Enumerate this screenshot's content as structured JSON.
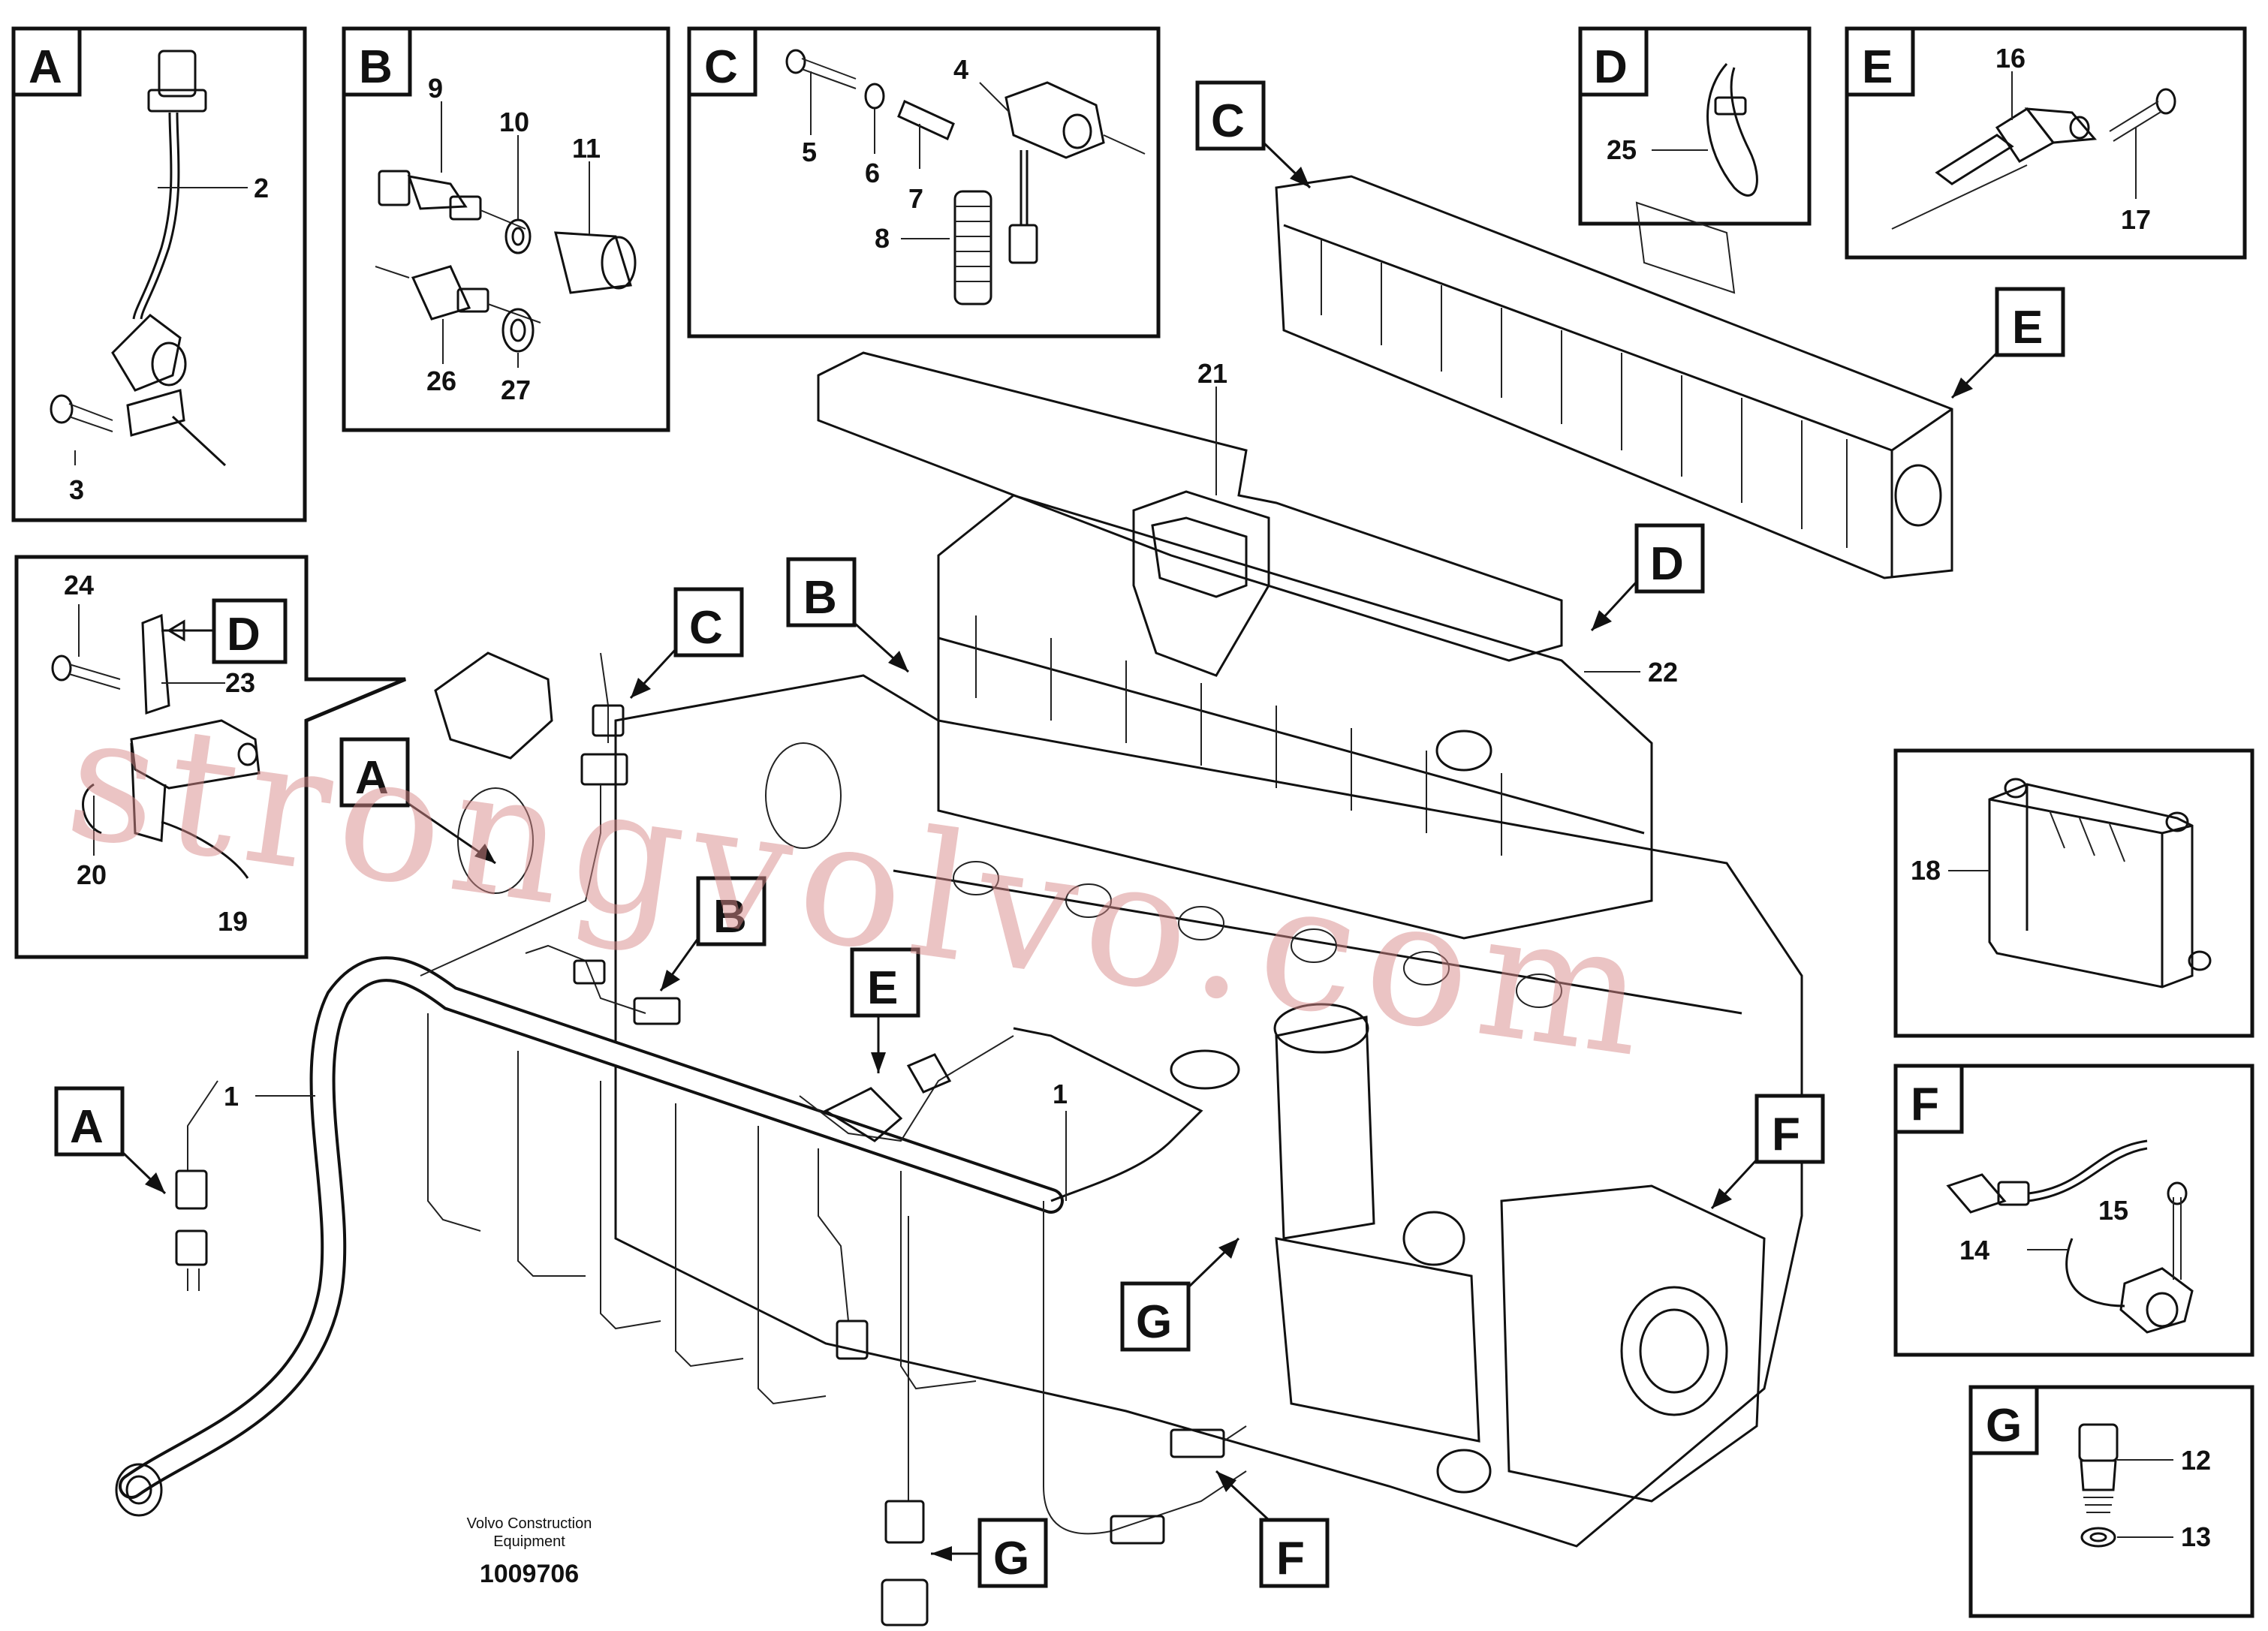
{
  "insets": {
    "A": {
      "letter": "A",
      "parts": [
        "2",
        "3"
      ]
    },
    "B": {
      "letter": "B",
      "parts": [
        "9",
        "10",
        "11",
        "26",
        "27"
      ]
    },
    "C": {
      "letter": "C",
      "parts": [
        "4",
        "5",
        "6",
        "7",
        "8"
      ]
    },
    "D": {
      "letter": "D",
      "parts": [
        "25"
      ]
    },
    "E": {
      "letter": "E",
      "parts": [
        "16",
        "17"
      ]
    },
    "detail_left": {
      "parts": [
        "24",
        "23",
        "20",
        "19"
      ],
      "ref_letter": "D"
    },
    "part18": {
      "parts": [
        "18"
      ]
    },
    "F": {
      "letter": "F",
      "parts": [
        "15",
        "14"
      ]
    },
    "G": {
      "letter": "G",
      "parts": [
        "12",
        "13"
      ]
    }
  },
  "main_callouts": {
    "letters": [
      "C",
      "E",
      "B",
      "D",
      "C",
      "A",
      "B",
      "E",
      "A",
      "F",
      "G",
      "G",
      "F"
    ],
    "parts": [
      "21",
      "22",
      "1",
      "1"
    ]
  },
  "footer": {
    "brand_line1": "Volvo Construction",
    "brand_line2": "Equipment",
    "drawing_number": "1009706"
  },
  "watermark": "strongvolvo.com"
}
